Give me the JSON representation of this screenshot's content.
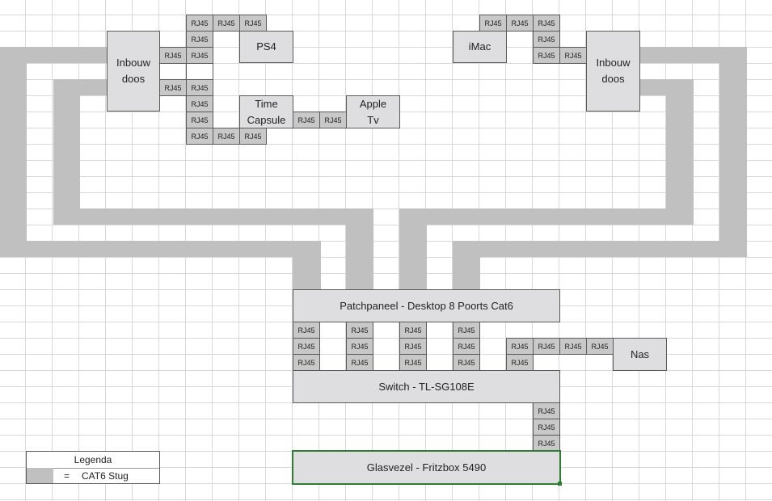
{
  "cable_color": "#c0c0c0",
  "port_label": "RJ45",
  "devices": {
    "inbouw_left": {
      "line1": "Inbouw",
      "line2": "doos"
    },
    "inbouw_right": {
      "line1": "Inbouw",
      "line2": "doos"
    },
    "ps4": "PS4",
    "time_capsule": {
      "line1": "Time",
      "line2": "Capsule"
    },
    "apple_tv": {
      "line1": "Apple",
      "line2": "Tv"
    },
    "imac": "iMac",
    "patchpanel": "Patchpaneel - Desktop 8 Poorts Cat6",
    "switch": "Switch - TL-SG108E",
    "nas": "Nas",
    "fritzbox": "Glasvezel - Fritzbox 5490"
  },
  "legend": {
    "title": "Legenda",
    "equals": "=",
    "item": "CAT6 Stug"
  }
}
